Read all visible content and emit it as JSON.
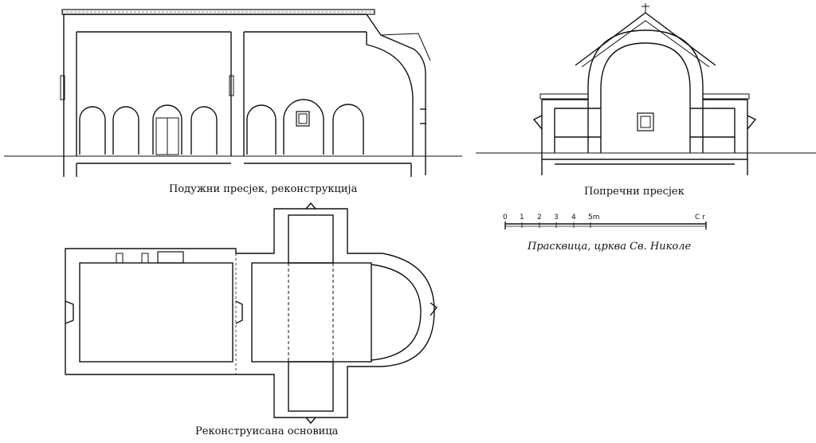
{
  "captions": {
    "longitudinal": "Подужни пресјек, реконструкција",
    "transverse": "Попречни пресјек",
    "plan": "Реконструисана основица",
    "site": "Прасквица, црква Св. Николе"
  },
  "scale": {
    "ticks": [
      "0",
      "1",
      "2",
      "3",
      "4",
      "5m"
    ],
    "end_label": "C r"
  }
}
